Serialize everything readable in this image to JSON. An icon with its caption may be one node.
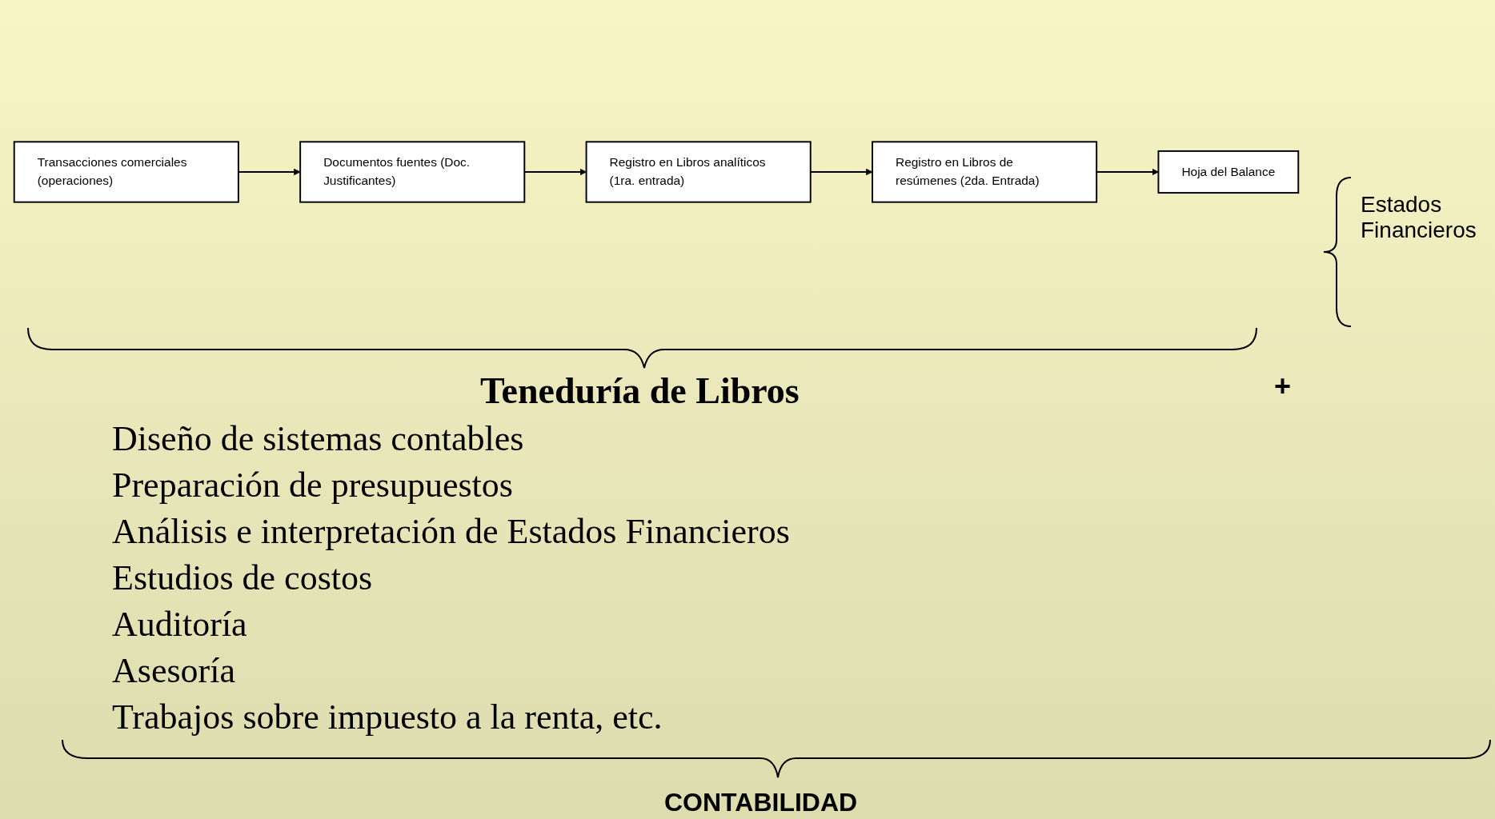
{
  "diagram": {
    "nodes": [
      {
        "text": [
          "Transacciones comerciales (operaciones)"
        ]
      },
      {
        "text": [
          "Documentos fuentes (Doc. Justificantes)"
        ]
      },
      {
        "text": [
          "Registro en Libros analíticos (1ra. entrada)"
        ]
      },
      {
        "text": [
          "Registro en Libros de resúmenes (2da. Entrada)"
        ]
      },
      {
        "text": [
          "Hoja del Balance"
        ]
      }
    ],
    "edges": [
      {
        "from": 0,
        "to": 1,
        "arrow": "to"
      },
      {
        "from": 1,
        "to": 2,
        "arrow": "to"
      },
      {
        "from": 2,
        "to": 3,
        "arrow": "to"
      },
      {
        "from": 3,
        "to": 4,
        "arrow": "to"
      }
    ],
    "labels": [
      "Estados Financieros",
      "Teneduría de Libros",
      "+",
      "Diseño de sistemas contables",
      "Preparación de presupuestos",
      "Análisis e interpretación de Estados Financieros",
      "Estudios de costos",
      "Auditoría",
      "Asesoría",
      "Trabajos sobre impuesto a la renta, etc.",
      "CONTABILIDAD"
    ]
  }
}
